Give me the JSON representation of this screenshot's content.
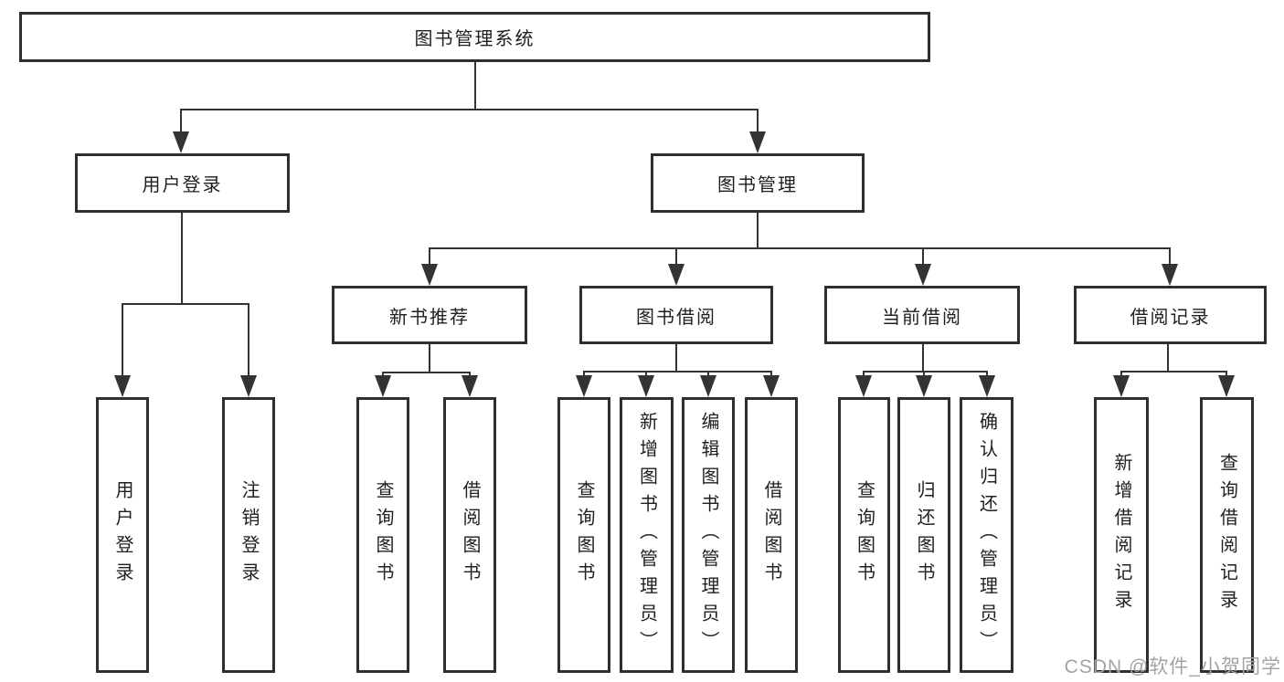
{
  "diagram": {
    "root": {
      "label": "图书管理系统"
    },
    "level2": [
      {
        "label": "用户登录"
      },
      {
        "label": "图书管理"
      }
    ],
    "level3": [
      {
        "label": "新书推荐"
      },
      {
        "label": "图书借阅"
      },
      {
        "label": "当前借阅"
      },
      {
        "label": "借阅记录"
      }
    ],
    "leaves": {
      "user_login": [
        "用户登录",
        "注销登录"
      ],
      "new_book_recommend": [
        "查询图书",
        "借阅图书"
      ],
      "book_borrowing": [
        "查询图书",
        "新增图书（管理员）",
        "编辑图书（管理员）",
        "借阅图书"
      ],
      "current_borrowing": [
        "查询图书",
        "归还图书",
        "确认归还（管理员）"
      ],
      "borrowing_records": [
        "新增借阅记录",
        "查询借阅记录"
      ]
    }
  },
  "watermark": "CSDN @软件_小贺同学",
  "colors": {
    "line": "#333333",
    "box_border": "#2f2f2f",
    "text": "#1f1f1f",
    "background": "#ffffff",
    "watermark": "#a3a3a3"
  }
}
